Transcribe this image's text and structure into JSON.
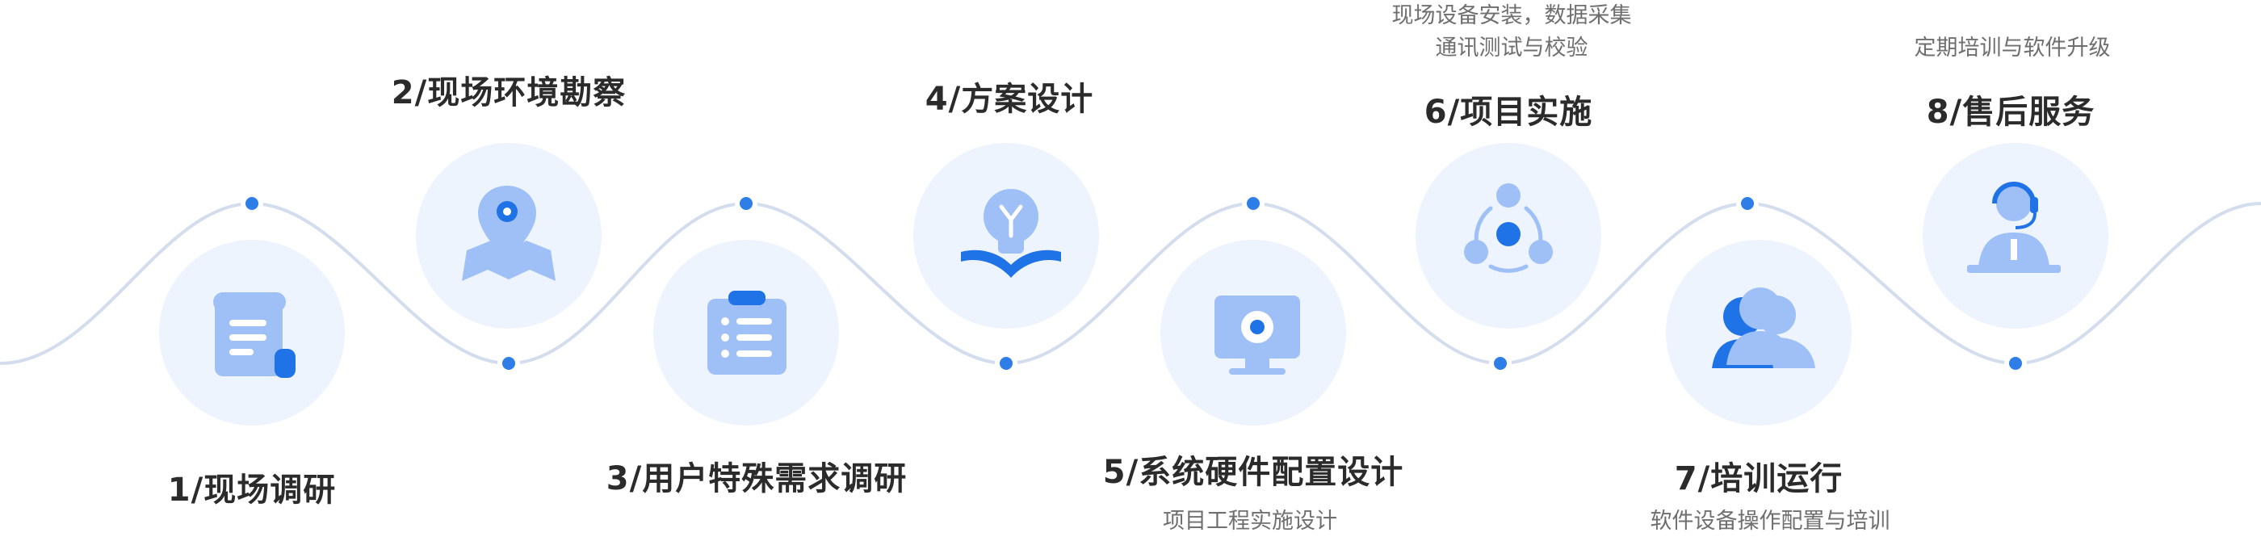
{
  "steps": [
    {
      "title": "1/现场调研",
      "sub": [],
      "icon": "scroll-icon"
    },
    {
      "title": "2/现场环境勘察",
      "sub": [],
      "icon": "map-pin-icon"
    },
    {
      "title": "3/用户特殊需求调研",
      "sub": [],
      "icon": "clipboard-list-icon"
    },
    {
      "title": "4/方案设计",
      "sub": [],
      "icon": "lightbulb-book-icon"
    },
    {
      "title": "5/系统硬件配置设计",
      "sub": [
        "项目工程实施设计"
      ],
      "icon": "monitor-gear-icon"
    },
    {
      "title": "6/项目实施",
      "sub": [
        "现场设备安装，数据采集",
        "通讯测试与校验"
      ],
      "icon": "network-cycle-icon"
    },
    {
      "title": "7/培训运行",
      "sub": [
        "软件设备操作配置与培训"
      ],
      "icon": "users-group-icon"
    },
    {
      "title": "8/售后服务",
      "sub": [
        "定期培训与软件升级"
      ],
      "icon": "customer-service-icon"
    }
  ],
  "colors": {
    "wave": "#d3dded",
    "circle_fill": "#eef4fd",
    "icon_light": "#9ec0f7",
    "icon_dark": "#1f73e6",
    "dot": "#2f7ee7"
  }
}
